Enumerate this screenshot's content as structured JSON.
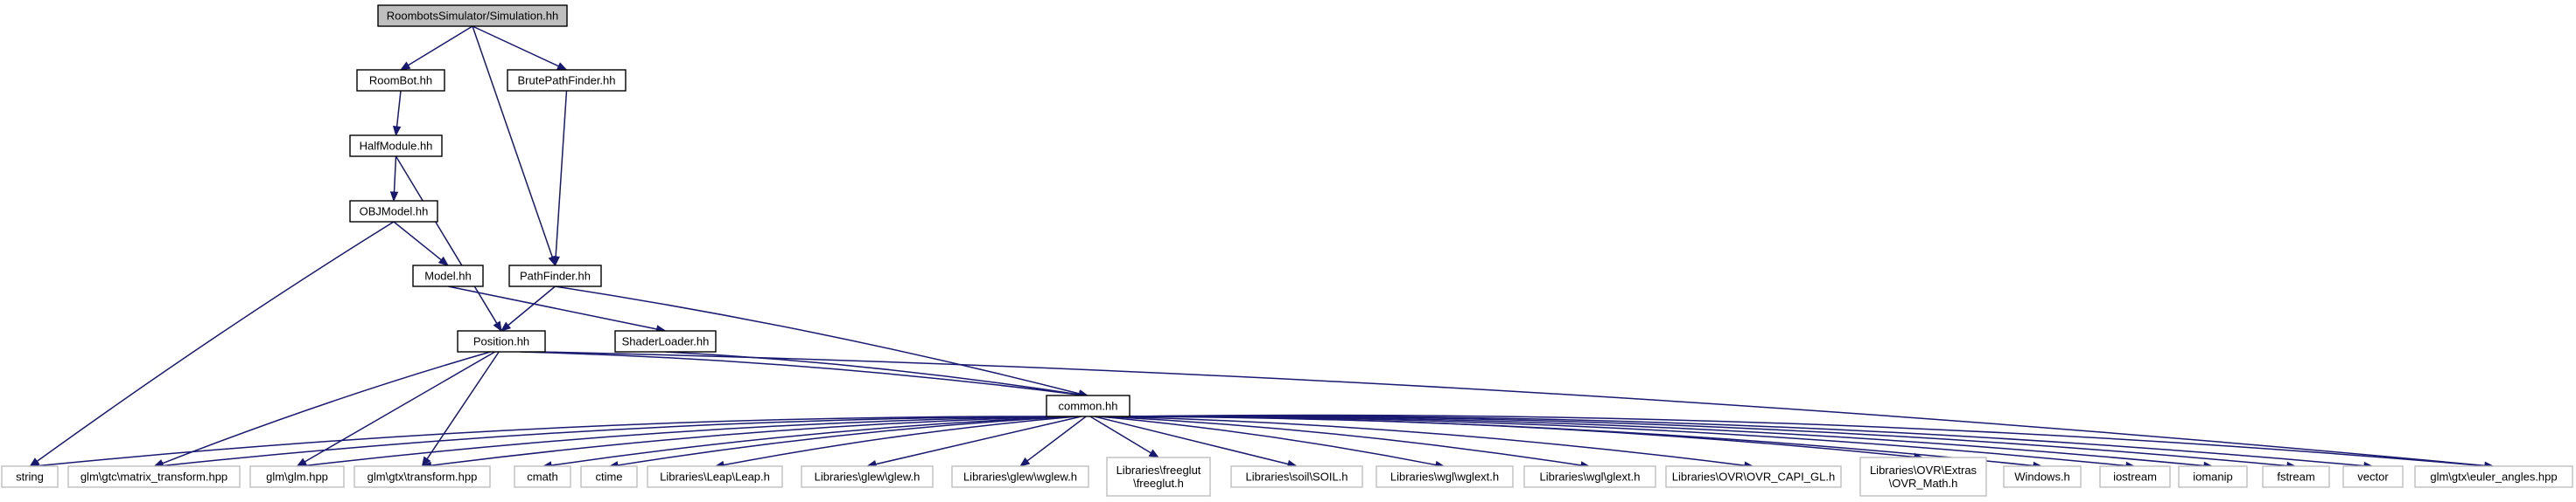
{
  "colors": {
    "edge": "#191970",
    "box_border": "#000000",
    "root_fill": "#bfbfbf",
    "header_fill": "#ffffff",
    "external_border": "#bfbfbf",
    "text": "#000000"
  },
  "nodes": [
    {
      "id": "root",
      "kind": "root",
      "lines": [
        "RoombotsSimulator/Simulation.hh"
      ]
    },
    {
      "id": "roombot",
      "kind": "header",
      "lines": [
        "RoomBot.hh"
      ]
    },
    {
      "id": "brutepathfinder",
      "kind": "header",
      "lines": [
        "BrutePathFinder.hh"
      ]
    },
    {
      "id": "halfmodule",
      "kind": "header",
      "lines": [
        "HalfModule.hh"
      ]
    },
    {
      "id": "objmodel",
      "kind": "header",
      "lines": [
        "OBJModel.hh"
      ]
    },
    {
      "id": "model",
      "kind": "header",
      "lines": [
        "Model.hh"
      ]
    },
    {
      "id": "pathfinder",
      "kind": "header",
      "lines": [
        "PathFinder.hh"
      ]
    },
    {
      "id": "position",
      "kind": "header",
      "lines": [
        "Position.hh"
      ]
    },
    {
      "id": "shaderloader",
      "kind": "header",
      "lines": [
        "ShaderLoader.hh"
      ]
    },
    {
      "id": "common",
      "kind": "header",
      "lines": [
        "common.hh"
      ]
    },
    {
      "id": "string",
      "kind": "external",
      "lines": [
        "string"
      ]
    },
    {
      "id": "matrix_transform",
      "kind": "external",
      "lines": [
        "glm\\gtc\\matrix_transform.hpp"
      ]
    },
    {
      "id": "glm_hpp",
      "kind": "external",
      "lines": [
        "glm\\glm.hpp"
      ]
    },
    {
      "id": "gtx_transform",
      "kind": "external",
      "lines": [
        "glm\\gtx\\transform.hpp"
      ]
    },
    {
      "id": "cmath",
      "kind": "external",
      "lines": [
        "cmath"
      ]
    },
    {
      "id": "ctime",
      "kind": "external",
      "lines": [
        "ctime"
      ]
    },
    {
      "id": "leap",
      "kind": "external",
      "lines": [
        "Libraries\\Leap\\Leap.h"
      ]
    },
    {
      "id": "glew",
      "kind": "external",
      "lines": [
        "Libraries\\glew\\glew.h"
      ]
    },
    {
      "id": "wglew",
      "kind": "external",
      "lines": [
        "Libraries\\glew\\wglew.h"
      ]
    },
    {
      "id": "freeglut",
      "kind": "external",
      "lines": [
        "Libraries\\freeglut",
        "\\freeglut.h"
      ]
    },
    {
      "id": "soil",
      "kind": "external",
      "lines": [
        "Libraries\\soil\\SOIL.h"
      ]
    },
    {
      "id": "wglext",
      "kind": "external",
      "lines": [
        "Libraries\\wgl\\wglext.h"
      ]
    },
    {
      "id": "glext",
      "kind": "external",
      "lines": [
        "Libraries\\wgl\\glext.h"
      ]
    },
    {
      "id": "ovr_capi",
      "kind": "external",
      "lines": [
        "Libraries\\OVR\\OVR_CAPI_GL.h"
      ]
    },
    {
      "id": "ovr_math",
      "kind": "external",
      "lines": [
        "Libraries\\OVR\\Extras",
        "\\OVR_Math.h"
      ]
    },
    {
      "id": "windows",
      "kind": "external",
      "lines": [
        "Windows.h"
      ]
    },
    {
      "id": "iostream",
      "kind": "external",
      "lines": [
        "iostream"
      ]
    },
    {
      "id": "iomanip",
      "kind": "external",
      "lines": [
        "iomanip"
      ]
    },
    {
      "id": "fstream",
      "kind": "external",
      "lines": [
        "fstream"
      ]
    },
    {
      "id": "vector",
      "kind": "external",
      "lines": [
        "vector"
      ]
    },
    {
      "id": "euler_angles",
      "kind": "external",
      "lines": [
        "glm\\gtx\\euler_angles.hpp"
      ]
    }
  ],
  "edges": [
    [
      "root",
      "roombot"
    ],
    [
      "root",
      "brutepathfinder"
    ],
    [
      "root",
      "pathfinder"
    ],
    [
      "roombot",
      "halfmodule"
    ],
    [
      "brutepathfinder",
      "pathfinder"
    ],
    [
      "halfmodule",
      "objmodel"
    ],
    [
      "halfmodule",
      "position"
    ],
    [
      "objmodel",
      "model"
    ],
    [
      "objmodel",
      "string"
    ],
    [
      "model",
      "shaderloader"
    ],
    [
      "pathfinder",
      "position"
    ],
    [
      "pathfinder",
      "common"
    ],
    [
      "shaderloader",
      "common"
    ],
    [
      "position",
      "common"
    ],
    [
      "position",
      "matrix_transform"
    ],
    [
      "position",
      "glm_hpp"
    ],
    [
      "position",
      "gtx_transform"
    ],
    [
      "position",
      "euler_angles"
    ],
    [
      "common",
      "string"
    ],
    [
      "common",
      "matrix_transform"
    ],
    [
      "common",
      "glm_hpp"
    ],
    [
      "common",
      "gtx_transform"
    ],
    [
      "common",
      "cmath"
    ],
    [
      "common",
      "ctime"
    ],
    [
      "common",
      "leap"
    ],
    [
      "common",
      "glew"
    ],
    [
      "common",
      "wglew"
    ],
    [
      "common",
      "freeglut"
    ],
    [
      "common",
      "soil"
    ],
    [
      "common",
      "wglext"
    ],
    [
      "common",
      "glext"
    ],
    [
      "common",
      "ovr_capi"
    ],
    [
      "common",
      "ovr_math"
    ],
    [
      "common",
      "windows"
    ],
    [
      "common",
      "iostream"
    ],
    [
      "common",
      "iomanip"
    ],
    [
      "common",
      "fstream"
    ],
    [
      "common",
      "vector"
    ],
    [
      "common",
      "euler_angles"
    ]
  ]
}
